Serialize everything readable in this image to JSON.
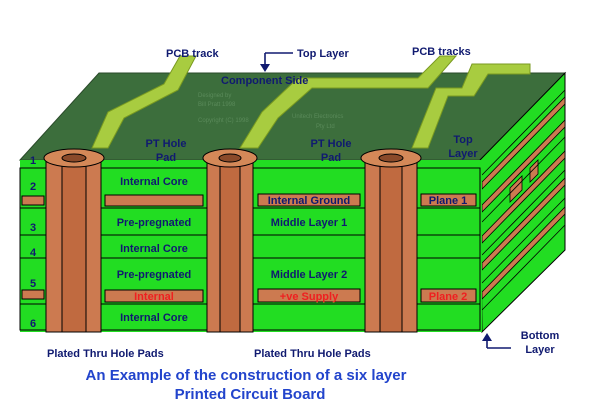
{
  "labels": {
    "pcb_track": "PCB track",
    "top_layer_arrow": "Top Layer",
    "pcb_tracks": "PCB tracks",
    "component_side": "Component Side",
    "pt_hole_pad_left": [
      "PT Hole",
      "Pad"
    ],
    "pt_hole_pad_mid": [
      "PT Hole",
      "Pad"
    ],
    "top_layer_side": [
      "Top",
      "Layer"
    ],
    "bottom_layer": [
      "Bottom",
      "Layer"
    ],
    "plated_pads_left": "Plated Thru Hole Pads",
    "plated_pads_right": "Plated Thru Hole Pads"
  },
  "layer_numbers": [
    "1",
    "2",
    "3",
    "4",
    "5",
    "6"
  ],
  "panel_left": {
    "internal_core_1": "Internal Core",
    "pre_pregnated_1": "Pre-pregnated",
    "internal_core_2": "Internal Core",
    "pre_pregnated_2": "Pre-pregnated",
    "internal": "Internal",
    "internal_core_3": "Internal Core"
  },
  "panel_mid": {
    "internal_ground": "Internal Ground",
    "middle_layer_1": "Middle Layer 1",
    "middle_layer_2": "Middle Layer 2",
    "ve_supply": "+ve Supply"
  },
  "panel_right": {
    "plane_1": "Plane 1",
    "plane_2": "Plane 2"
  },
  "caption": {
    "line1": "An Example of the construction of a  six layer",
    "line2": "Printed Circuit Board"
  },
  "colors": {
    "green": "#22dd22",
    "dark_green": "#3c6e3c",
    "copper": "#cc7a50",
    "track": "#a8cc40",
    "navy": "#101a70",
    "caption_blue": "#2244cc",
    "red_text": "#ee2020"
  }
}
